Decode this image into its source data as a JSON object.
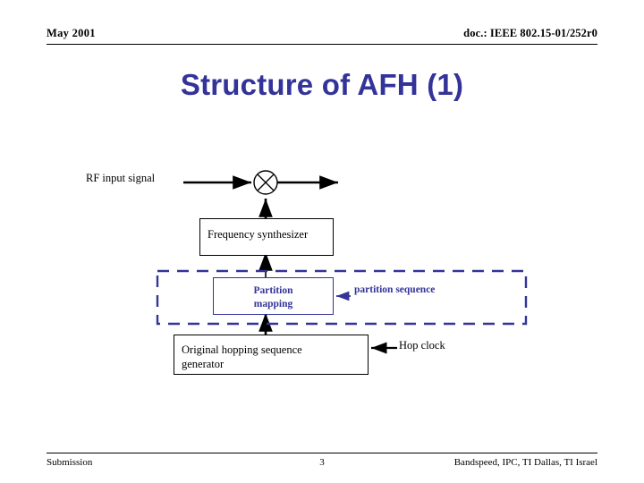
{
  "header": {
    "date": "May 2001",
    "doc_id": "doc.: IEEE 802.15-01/252r0"
  },
  "title": "Structure of AFH (1)",
  "colors": {
    "title_navy": "#333399",
    "diagram_navy": "#333399",
    "diagram_black": "#000000",
    "background": "#ffffff"
  },
  "diagram": {
    "type": "block-diagram",
    "labels": {
      "rf_input": "RF input signal",
      "hop_clock": "Hop clock",
      "partition_sequence": "partition sequence"
    },
    "blocks": [
      {
        "id": "mixer",
        "shape": "circle-with-x",
        "label": "",
        "color": "#000000"
      },
      {
        "id": "frequency-synthesizer",
        "shape": "rect",
        "label": "Frequency synthesizer",
        "color": "#000000"
      },
      {
        "id": "partition-mapping",
        "shape": "rect",
        "label_line1": "Partition",
        "label_line2": "mapping",
        "color": "#333399"
      },
      {
        "id": "original-hopping-sequence-generator",
        "shape": "rect",
        "label_line1": "Original hopping sequence",
        "label_line2": "generator",
        "color": "#000000"
      },
      {
        "id": "afh-dashed-region",
        "shape": "dashed-rect",
        "label": "",
        "color": "#333399"
      }
    ],
    "connections": [
      {
        "from": "rf-input",
        "to": "mixer",
        "style": "solid-black-arrow"
      },
      {
        "from": "mixer",
        "to": "rf-output",
        "style": "solid-black-arrow"
      },
      {
        "from": "frequency-synthesizer",
        "to": "mixer",
        "style": "solid-black-arrow-up"
      },
      {
        "from": "partition-mapping",
        "to": "frequency-synthesizer",
        "style": "solid-black-arrow-up"
      },
      {
        "from": "original-hopping-sequence-generator",
        "to": "partition-mapping",
        "style": "solid-black-arrow-up"
      },
      {
        "from": "partition-sequence",
        "to": "partition-mapping",
        "style": "solid-navy-arrow-left"
      },
      {
        "from": "hop-clock",
        "to": "original-hopping-sequence-generator",
        "style": "solid-black-arrow-left"
      }
    ]
  },
  "footer": {
    "left": "Submission",
    "page": "3",
    "right": "Bandspeed, IPC, TI Dallas, TI Israel"
  }
}
